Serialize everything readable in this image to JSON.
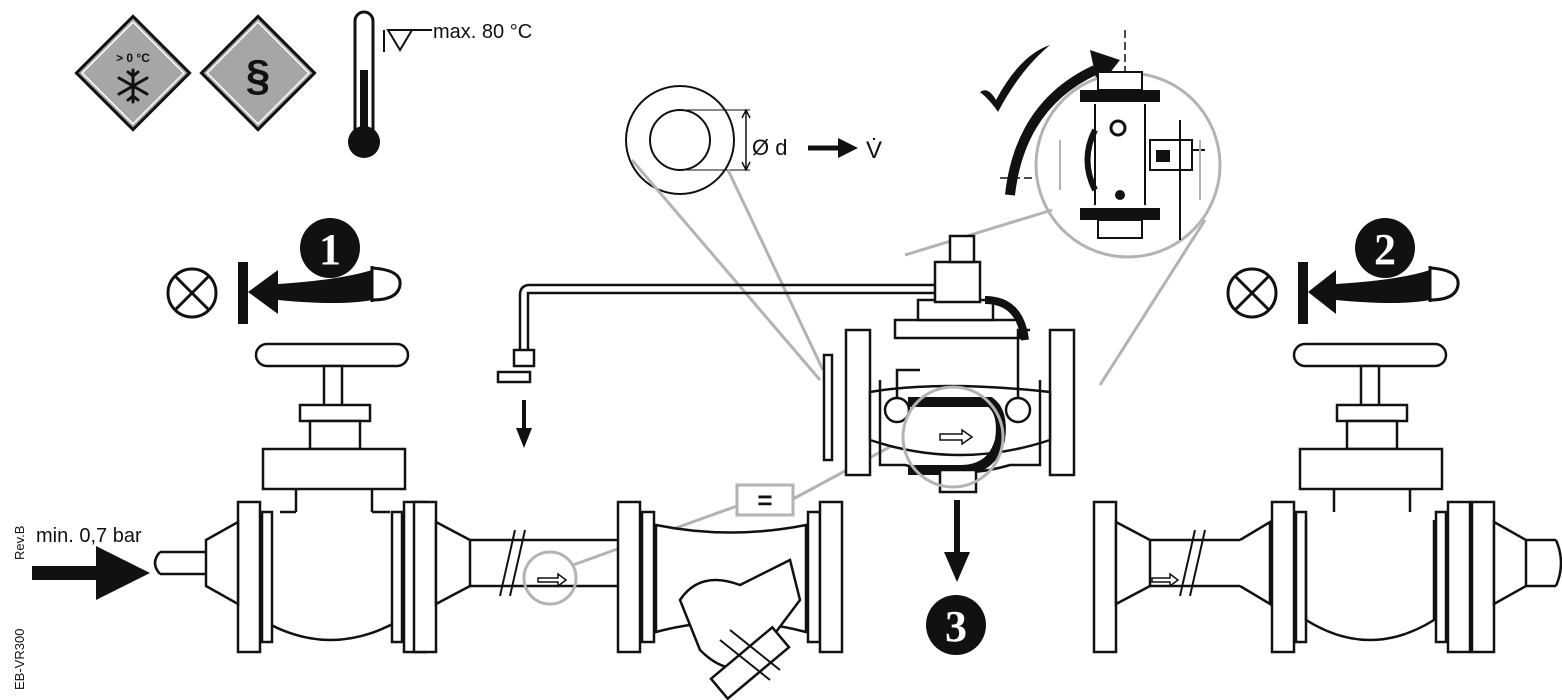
{
  "labels": {
    "temp_max": "max. 80 °C",
    "frost_sign": "> 0 °C",
    "paragraph_sign": "§",
    "diameter": "Ø d",
    "flow": "V̇",
    "equal_sign": "=",
    "min_pressure": "min. 0,7 bar",
    "revision": "Rev.B",
    "doc_code": "EB-VR300",
    "step_1": "1",
    "step_2": "2",
    "step_3": "3"
  },
  "colors": {
    "line": "#111111",
    "gray_callout": "#b3b3b3",
    "sign_fill": "#a6a6a6",
    "white": "#ffffff"
  },
  "icons": {
    "frost": "snowflake-icon",
    "regulation": "paragraph-icon",
    "thermometer": "thermometer-icon",
    "closed_valve": "closed-valve-icon",
    "check": "check-icon",
    "flow_arrow": "flow-arrow-icon"
  }
}
